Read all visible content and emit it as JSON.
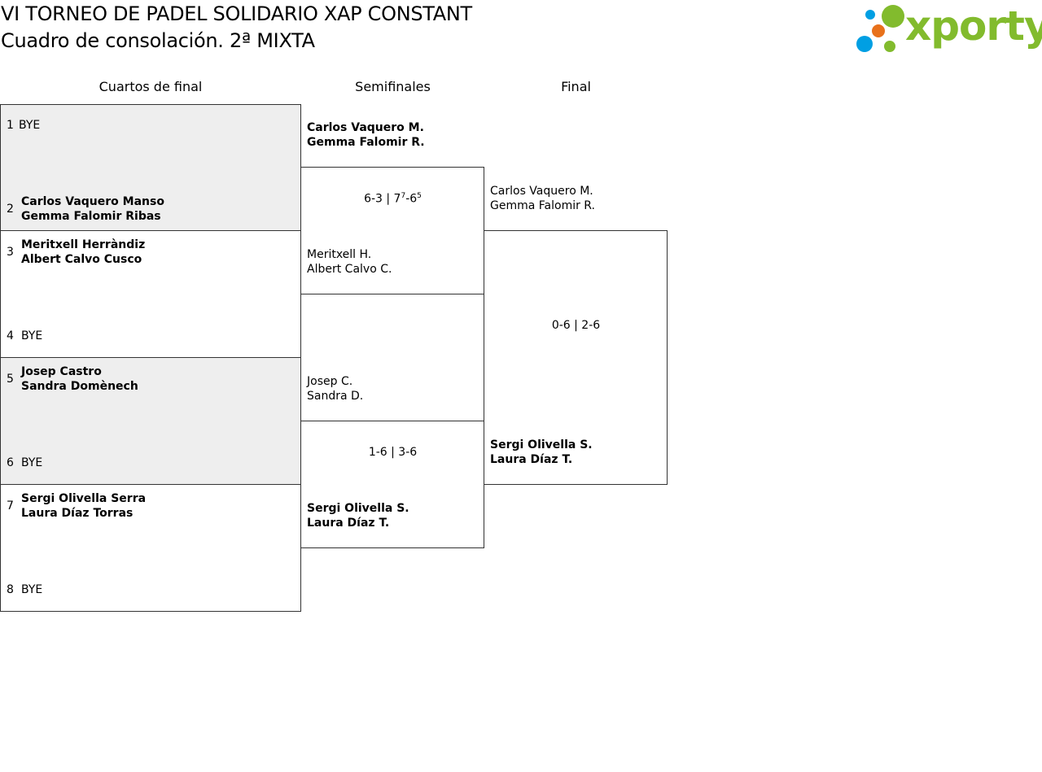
{
  "header": {
    "title": "VI TORNEO DE PADEL SOLIDARIO XAP CONSTANT",
    "subtitle": "Cuadro de consolación. 2ª MIXTA",
    "logo_text": "xporty",
    "logo_colors": [
      "#009fe3",
      "#82bb2d",
      "#e8711b"
    ]
  },
  "columns": {
    "r1": "Cuartos de final",
    "r2": "Semifinales",
    "r3": "Final"
  },
  "quarterfinals": [
    {
      "seed": "1",
      "line1": "BYE",
      "line2": ""
    },
    {
      "seed": "2",
      "line1": "Carlos Vaquero Manso",
      "line2": "Gemma Falomir Ribas"
    },
    {
      "seed": "3",
      "line1": "Meritxell Herràndiz",
      "line2": "Albert Calvo Cusco"
    },
    {
      "seed": "4",
      "line1": "BYE",
      "line2": ""
    },
    {
      "seed": "5",
      "line1": "Josep Castro",
      "line2": "Sandra Domènech"
    },
    {
      "seed": "6",
      "line1": "BYE",
      "line2": ""
    },
    {
      "seed": "7",
      "line1": "Sergi Olivella Serra",
      "line2": "Laura Díaz Torras"
    },
    {
      "seed": "8",
      "line1": "BYE",
      "line2": ""
    }
  ],
  "semifinals": [
    {
      "line1": "Carlos Vaquero M.",
      "line2": "Gemma Falomir R."
    },
    {
      "line1": "Meritxell H.",
      "line2": "Albert Calvo C."
    },
    {
      "line1": "Josep C.",
      "line2": "Sandra D."
    },
    {
      "line1": "Sergi Olivella S.",
      "line2": "Laura Díaz T."
    }
  ],
  "semifinal_scores": [
    {
      "a": "6-3 | 7",
      "sup1": "7",
      "b": "-6",
      "sup2": "5"
    },
    {
      "text": "1-6 | 3-6"
    }
  ],
  "final": [
    {
      "line1": "Carlos Vaquero M.",
      "line2": "Gemma Falomir R."
    },
    {
      "line1": "Sergi Olivella S.",
      "line2": "Laura Díaz T."
    }
  ],
  "final_score": "0-6 | 2-6"
}
